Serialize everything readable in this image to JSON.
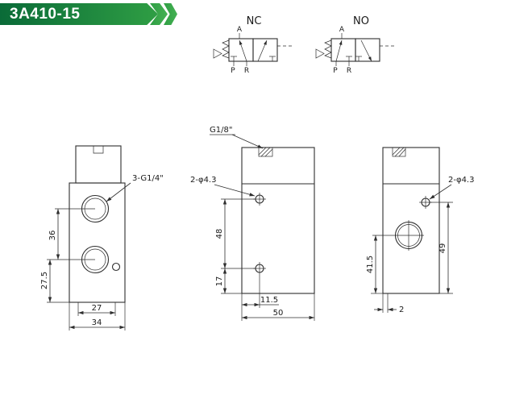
{
  "header": {
    "model": "3A410-15"
  },
  "colors": {
    "banner_dark": "#0a6b38",
    "banner_light": "#2f9e44",
    "line": "#2e2e2e"
  },
  "symbols": {
    "nc": {
      "label": "NC",
      "port_a": "A",
      "port_p": "P",
      "port_r": "R"
    },
    "no": {
      "label": "NO",
      "port_a": "A",
      "port_p": "P",
      "port_r": "R"
    }
  },
  "views": {
    "front": {
      "thread_callout": "3-G1/4\"",
      "dim_port_spacing": "36",
      "dim_lower": "27.5",
      "dim_inner_width": "27",
      "dim_outer_width": "34"
    },
    "side": {
      "top_port_callout": "G1/8\"",
      "hole_callout": "2-φ4.3",
      "dim_hole_spacing": "48",
      "dim_hole_to_bottom": "17",
      "dim_hole_offset": "11.5",
      "dim_width": "50"
    },
    "end": {
      "hole_callout": "2-φ4.3",
      "dim_hole_to_bottom": "49",
      "dim_port_to_bottom": "41.5",
      "dim_offset": "2"
    }
  }
}
